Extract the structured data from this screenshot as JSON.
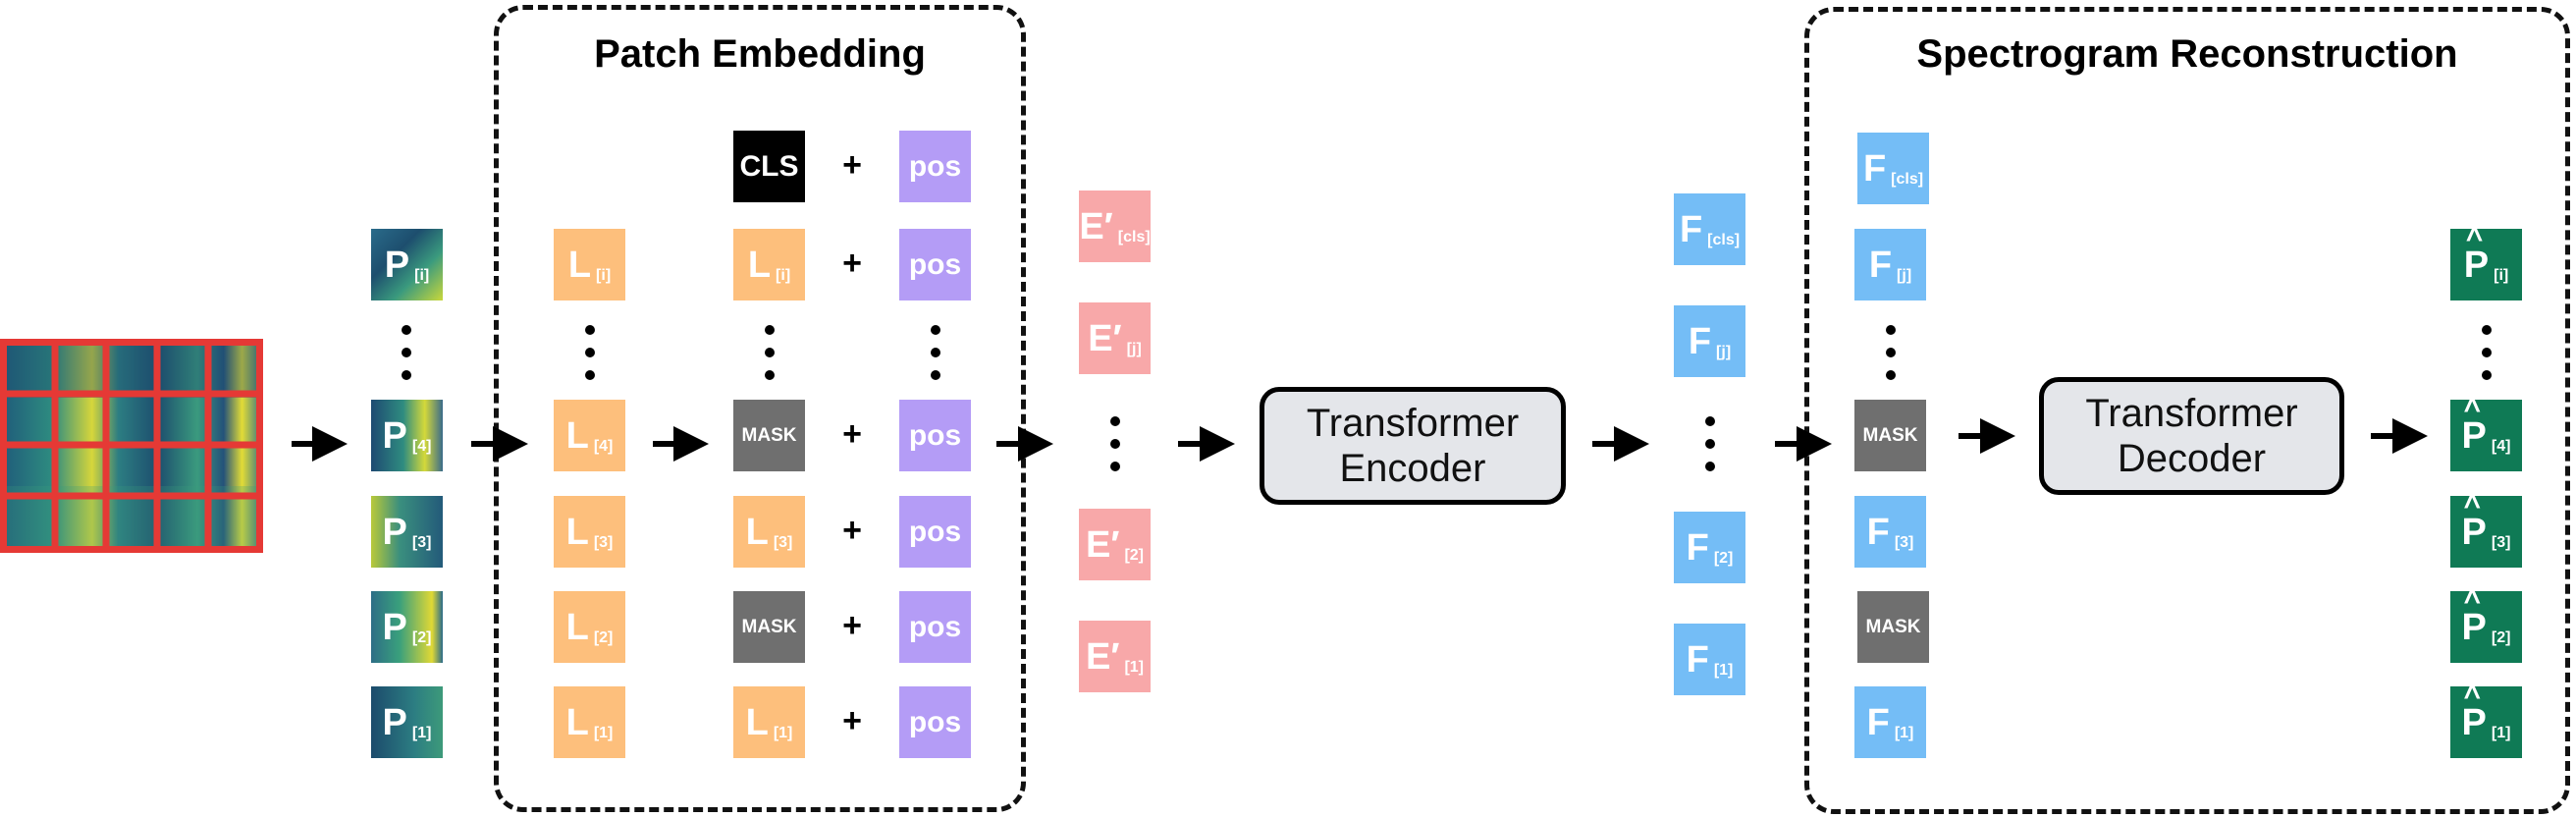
{
  "patch_embedding": {
    "title": "Patch Embedding"
  },
  "spectrogram_reconstruction": {
    "title": "Spectrogram Reconstruction"
  },
  "encoder": {
    "line1": "Transformer",
    "line2": "Encoder"
  },
  "decoder": {
    "line1": "Transformer",
    "line2": "Decoder"
  },
  "labels": {
    "P": "P",
    "L": "L",
    "E": "E′",
    "F": "F",
    "cls": "CLS",
    "pos": "pos",
    "mask": "MASK",
    "plus": "+",
    "sub_i": "[i]",
    "sub_4": "[4]",
    "sub_3": "[3]",
    "sub_2": "[2]",
    "sub_1": "[1]",
    "sub_cls": "[cls]",
    "sub_j": "[j]"
  },
  "colors": {
    "linear": "#fdbf7c",
    "position": "#b49cf6",
    "embedding": "#f8a8a9",
    "feature": "#74bdf6",
    "output": "#0f7a55",
    "mask": "#6f6f6f",
    "cls": "#000000",
    "grid": "#e53935"
  },
  "icons": [
    "spectrogram-grid-image",
    "arrow-right-icon",
    "vertical-ellipsis-icon"
  ]
}
